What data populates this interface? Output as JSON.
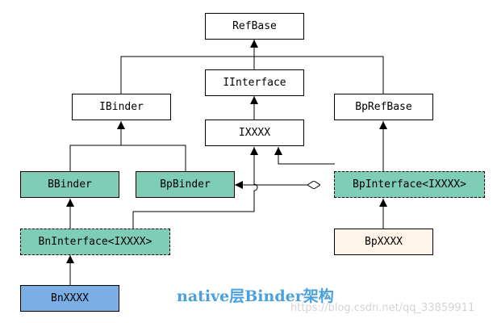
{
  "colors": {
    "white": "#ffffff",
    "green": "#7fcdb7",
    "cream": "#fff4e8",
    "blue": "#7aaee4",
    "line": "#000000",
    "caption": "#4aa0dc"
  },
  "nodes": {
    "refbase": "RefBase",
    "iinterface": "IInterface",
    "ibinder": "IBinder",
    "bprefbase": "BpRefBase",
    "ixxxx": "IXXXX",
    "bbinder": "BBinder",
    "bpbinder": "BpBinder",
    "bpinterface": "BpInterface<IXXXX>",
    "bninterface": "BnInterface<IXXXX>",
    "bpxxxx": "BpXXXX",
    "bnxxxx": "BnXXXX"
  },
  "caption": "native层Binder架构",
  "watermark": "https://blog.csdn.net/qq_33859911"
}
